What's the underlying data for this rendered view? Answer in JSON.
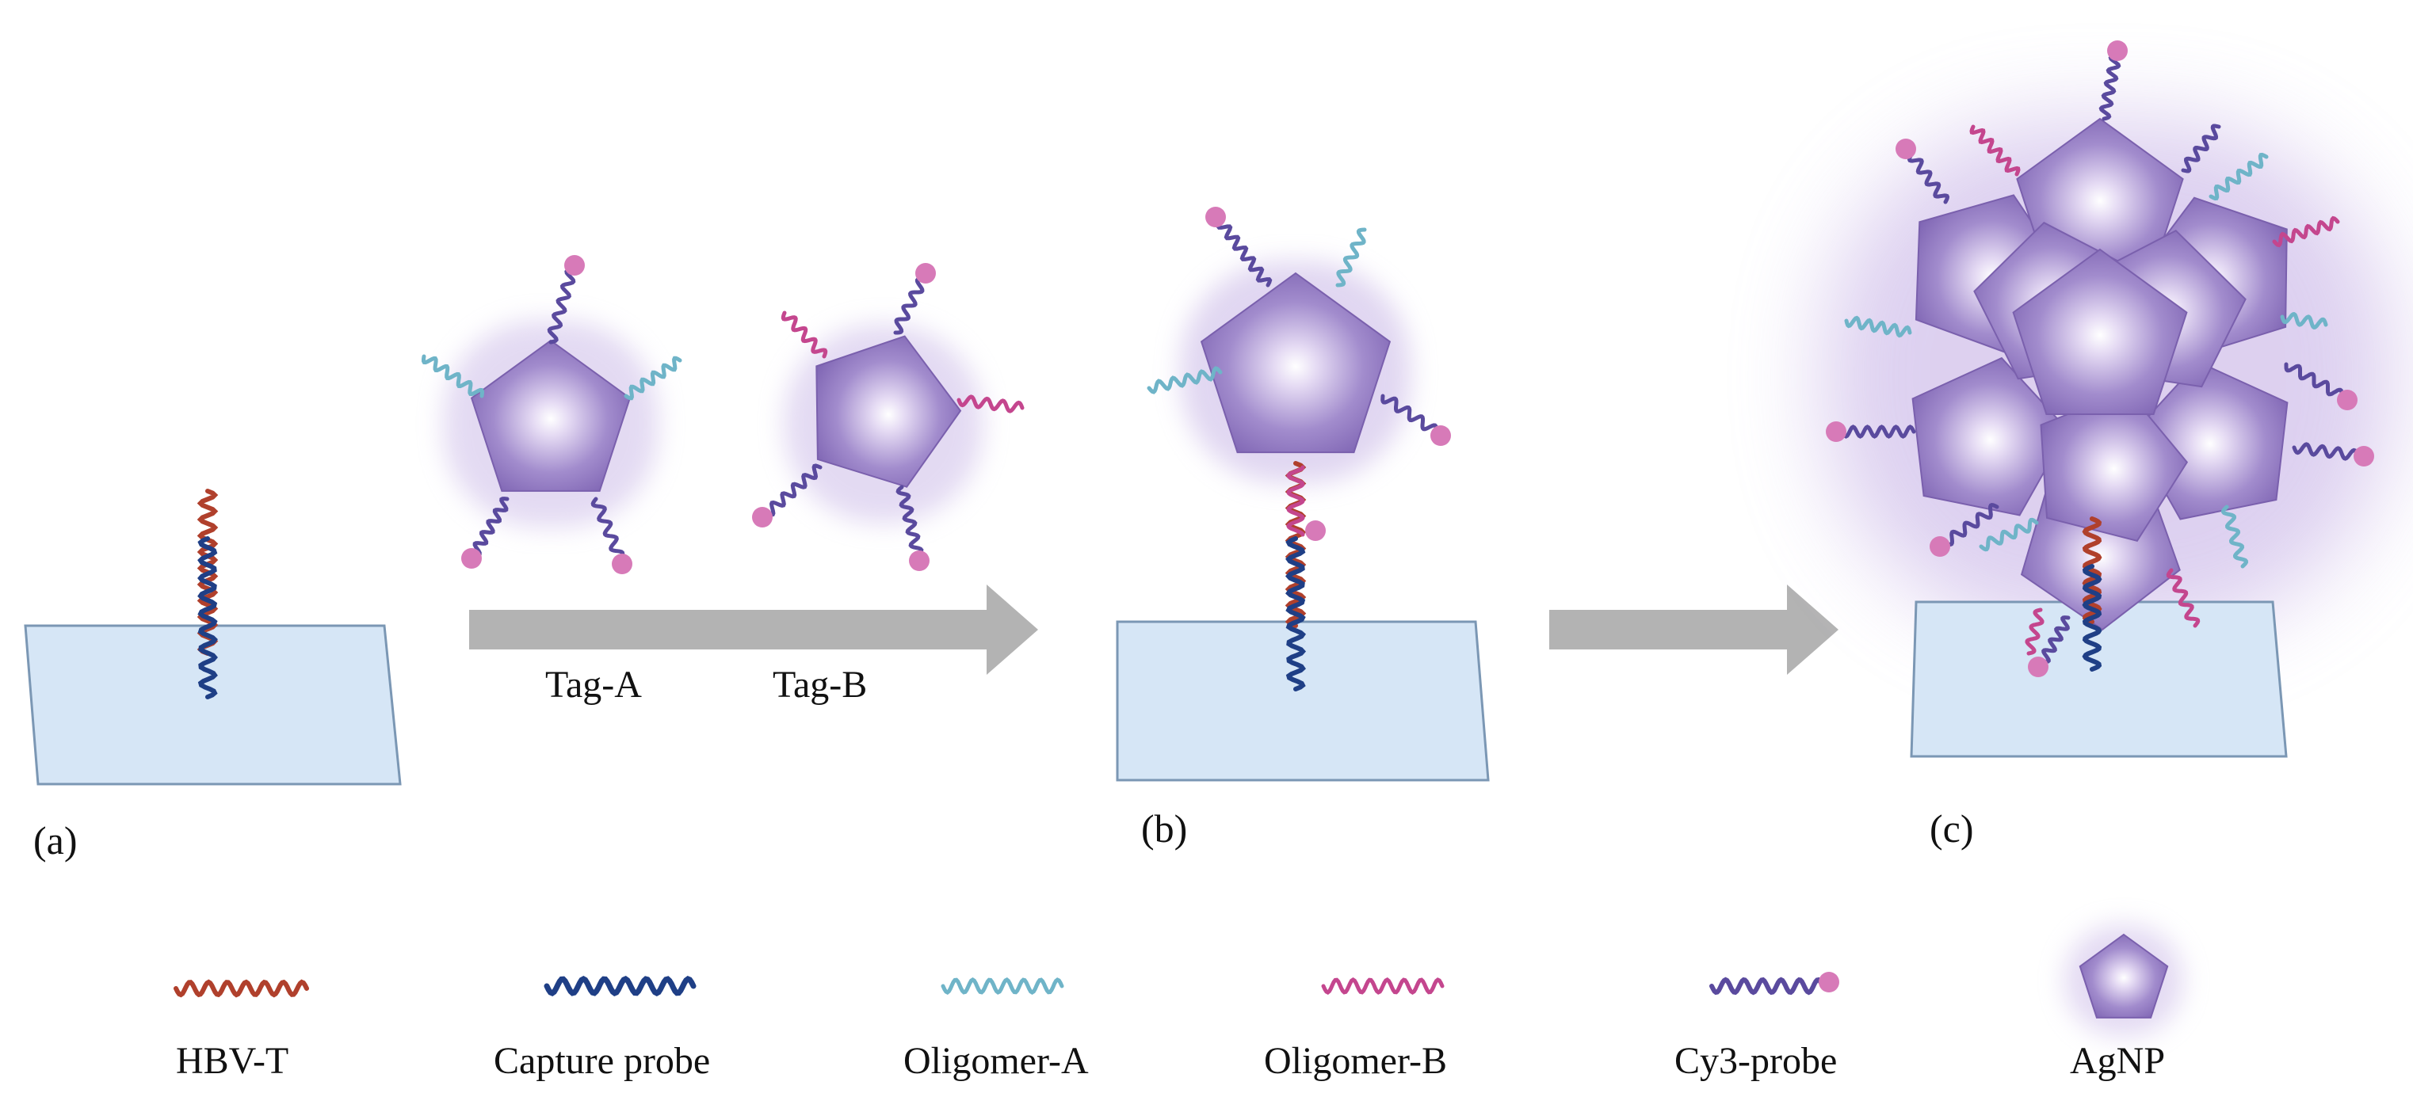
{
  "colors": {
    "hbv_target": "#b0402c",
    "capture_probe": "#1f3f86",
    "oligomer_a": "#6fb4c8",
    "oligomer_b": "#c4468e",
    "cy3_probe": "#5a4a9e",
    "cy3_dye": "#d77ab8",
    "agnp": "#8d72bd",
    "agnp_core": "#ffffff",
    "substrate_fill": "#d6e6f6",
    "substrate_edge": "#7b97b4",
    "arrow": "#b3b3b3"
  },
  "panels": {
    "a": "(a)",
    "b": "(b)",
    "c": "(c)"
  },
  "tags": {
    "a": "Tag-A",
    "b": "Tag-B"
  },
  "legend": {
    "hbv": "HBV-T",
    "capture": "Capture probe",
    "oligo_a": "Oligomer-A",
    "oligo_b": "Oligomer-B",
    "cy3": "Cy3-probe",
    "agnp": "AgNP"
  }
}
